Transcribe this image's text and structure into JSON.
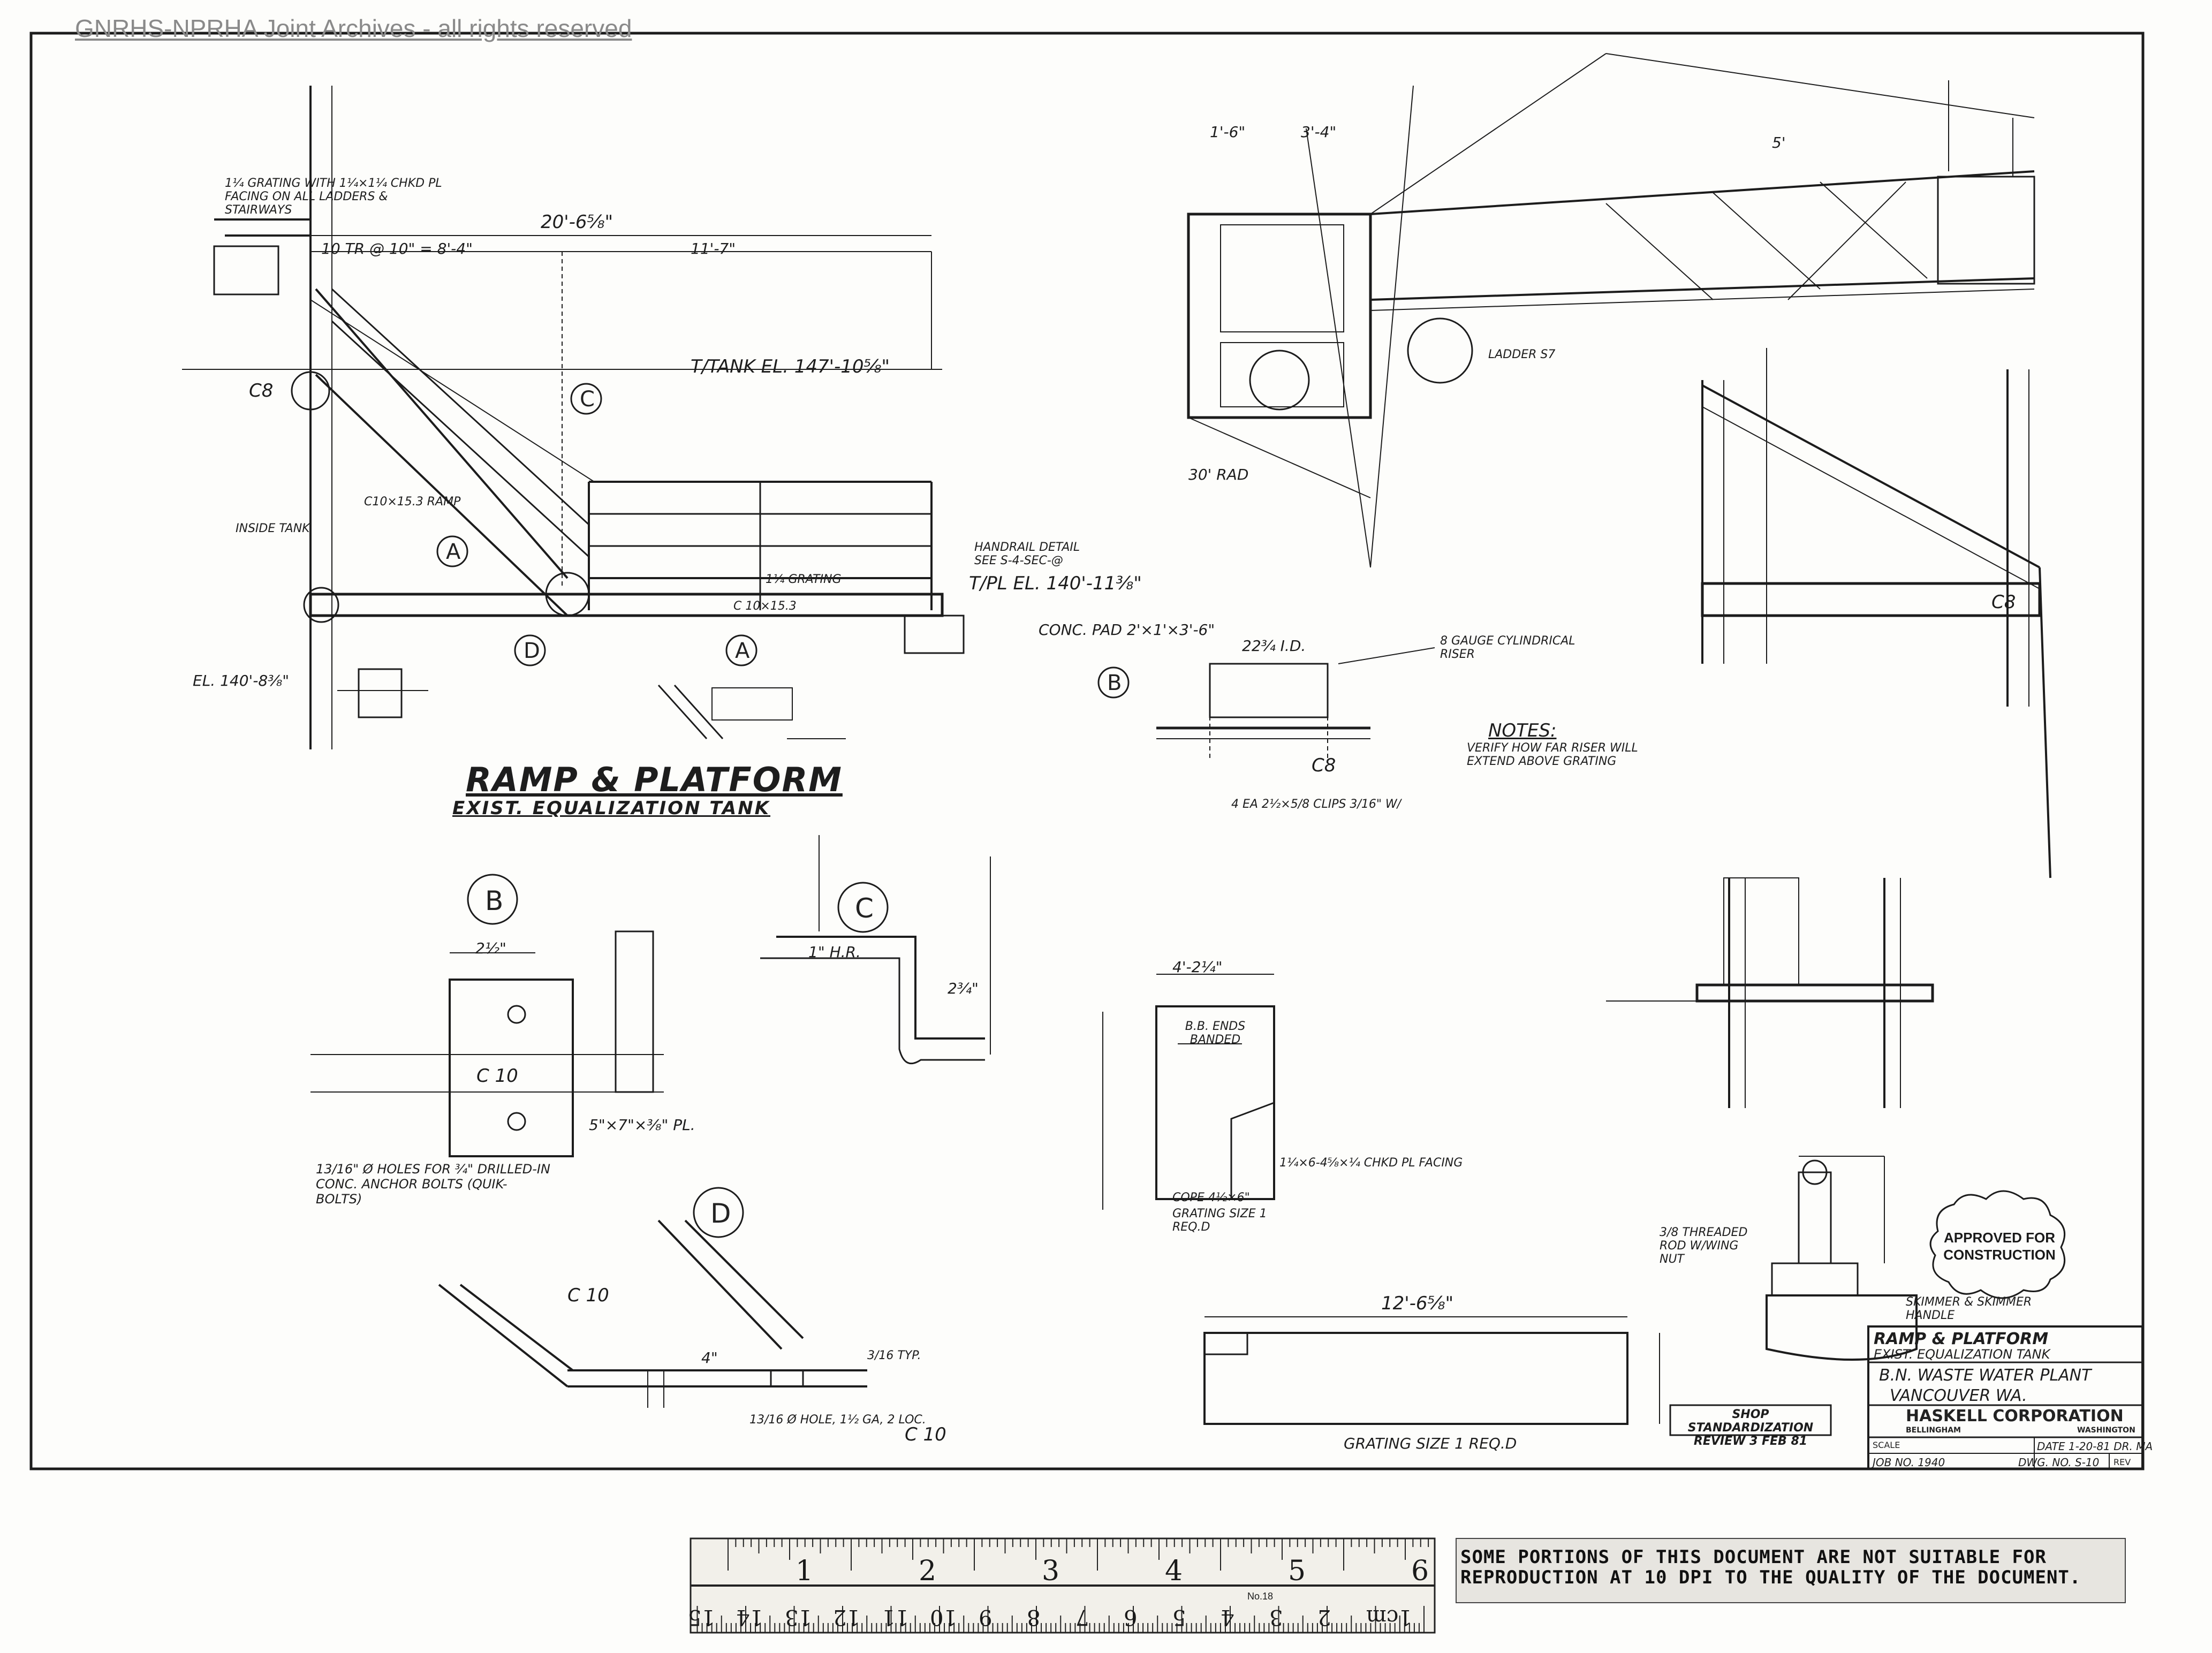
{
  "watermark": "GNRHS-NPRHA Joint Archives - all rights reserved",
  "sheet": {
    "title": "RAMP & PLATFORM",
    "subtitle": "EXIST. EQUALIZATION TANK"
  },
  "callouts": {
    "A": "A",
    "B": "B",
    "C": "C",
    "D": "D"
  },
  "labels": {
    "dim_overall": "20'-6⅝\"",
    "dim_tread": "10 TR @ 10\" = 8'-4\"",
    "dim_platform": "11'-7\"",
    "tank_el": "T/TANK EL. 147'-10⅝\"",
    "platform_el": "T/PL EL. 140'-11⅜\"",
    "el_140": "EL. 140'-8⅜\"",
    "c10_ramp": "C10×15.3 RAMP",
    "c10_platform": "C 10×15.3",
    "conc_pad": "CONC. PAD 2'×1'×3'-6\"",
    "grating_1_25": "1¼ GRATING",
    "grating_note": "1¼ GRATING WITH 1¼×1¼ CHKD PL FACING ON ALL LADDERS & STAIRWAYS",
    "handrail_detail": "HANDRAIL DETAIL SEE S-4-SEC-@",
    "inside_tank": "INSIDE TANK",
    "c8": "C8",
    "c10_label": "C 10",
    "anchor_note": "13/16\" Ø HOLES FOR ¾\" DRILLED-IN CONC. ANCHOR BOLTS (QUIK-BOLTS)",
    "plate": "5\"×7\"×⅜\" PL.",
    "dim_2_5": "2½\"",
    "hr": "1\" H.R.",
    "dim_2_75": "2¾\"",
    "dim_4_2_25": "4'-2¼\"",
    "bb_ends_banded": "B.B. ENDS BANDED",
    "grating_size_1": "GRATING SIZE 1 REQ.D",
    "grating_size_2": "GRATING SIZE 1 REQ.D",
    "dim_12_6": "12'-6⅝\"",
    "dim_4": "4\"",
    "typ": "3/16 TYP.",
    "holes_d": "13/16 Ø HOLE, 1½ GA, 2 LOC.",
    "chkd_facing": "1¼×6-4⅝×¼ CHKD PL FACING",
    "cope": "COPE 4½×6\"",
    "riser": "8 GAUGE CYLINDRICAL RISER",
    "dim_22_75": "22¾ I.D.",
    "clips": "4 EA 2½×5/8 CLIPS 3/16\" W/",
    "notes_head": "NOTES:",
    "notes_body": "VERIFY HOW FAR RISER WILL EXTEND ABOVE GRATING",
    "ladder": "LADDER S7",
    "dim_30_rad": "30' RAD",
    "dim_5": "5'",
    "dim_1_6": "1'-6\"",
    "dim_3_4": "3'-4\"",
    "skimmer": "SKIMMER & SKIMMER HANDLE",
    "threaded_rod": "3/8 THREADED ROD W/WING NUT",
    "approved": "APPROVED FOR CONSTRUCTION",
    "shop_review": "SHOP STANDARDIZATION REVIEW 3 FEB 81"
  },
  "title_block": {
    "line1": "RAMP & PLATFORM",
    "line2": "EXIST. EQUALIZATION TANK",
    "line3": "B.N. WASTE WATER PLANT",
    "line4": "VANCOUVER WA.",
    "company": "HASKELL CORPORATION",
    "city": "BELLINGHAM",
    "state": "WASHINGTON",
    "scale_label": "SCALE",
    "date_label": "DATE 1-20-81 DR. MA",
    "job_label": "JOB NO. 1940",
    "dwg_label": "DWG. NO. S-10",
    "rev_label": "REV"
  },
  "ruler": {
    "inch_marks": [
      "1",
      "2",
      "3",
      "4",
      "5",
      "6"
    ],
    "cm_marks": [
      "1cm",
      "2",
      "3",
      "4",
      "5",
      "6",
      "7",
      "8",
      "9",
      "10",
      "11",
      "12",
      "13",
      "14",
      "15"
    ],
    "model": "No.18"
  },
  "archive_notice": "SOME PORTIONS OF THIS DOCUMENT ARE NOT SUITABLE FOR REPRODUCTION AT 10 DPI TO THE QUALITY OF THE DOCUMENT."
}
